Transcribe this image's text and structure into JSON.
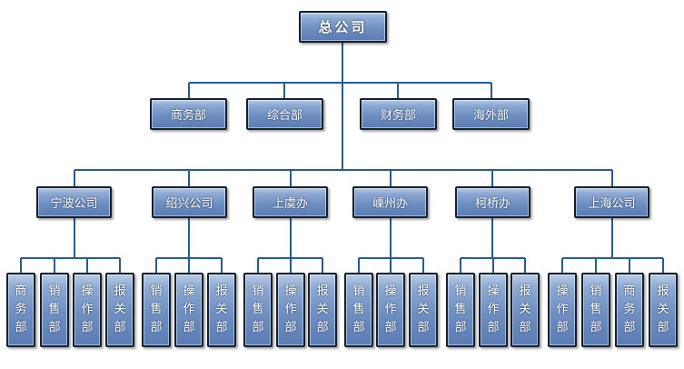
{
  "root": {
    "label": "总公司"
  },
  "departments": [
    {
      "label": "商务部"
    },
    {
      "label": "综合部"
    },
    {
      "label": "财务部"
    },
    {
      "label": "海外部"
    }
  ],
  "branches": [
    {
      "label": "宁波公司",
      "units": [
        {
          "label": "商务部"
        },
        {
          "label": "销售部"
        },
        {
          "label": "操作部"
        },
        {
          "label": "报关部"
        }
      ]
    },
    {
      "label": "绍兴公司",
      "units": [
        {
          "label": "销售部"
        },
        {
          "label": "操作部"
        },
        {
          "label": "报关部"
        }
      ]
    },
    {
      "label": "上虞办",
      "units": [
        {
          "label": "销售部"
        },
        {
          "label": "操作部"
        },
        {
          "label": "报关部"
        }
      ]
    },
    {
      "label": "嵊州办",
      "units": [
        {
          "label": "销售部"
        },
        {
          "label": "操作部"
        },
        {
          "label": "报关部"
        }
      ]
    },
    {
      "label": "柯桥办",
      "units": [
        {
          "label": "销售部"
        },
        {
          "label": "操作部"
        },
        {
          "label": "报关部"
        }
      ]
    },
    {
      "label": "上海公司",
      "units": [
        {
          "label": "操作部"
        },
        {
          "label": "销售部"
        },
        {
          "label": "商务部"
        },
        {
          "label": "报关部"
        }
      ]
    }
  ],
  "colors": {
    "connector": "#2b5b88",
    "node_border": "#15202e",
    "node_fill": "#6f8fc2",
    "node_text": "#ffffff"
  }
}
